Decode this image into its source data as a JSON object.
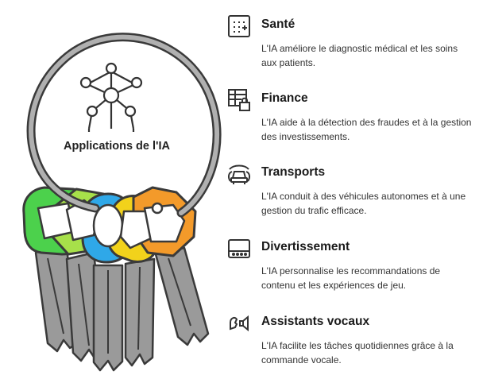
{
  "center": {
    "title": "Applications de l'IA"
  },
  "items": [
    {
      "title": "Santé",
      "desc": "L'IA améliore le diagnostic médical et les soins aux patients.",
      "icon": "medical-keypad-icon"
    },
    {
      "title": "Finance",
      "desc": "L'IA aide à la détection des fraudes et à la gestion des investissements.",
      "icon": "secure-table-icon"
    },
    {
      "title": "Transports",
      "desc": "L'IA conduit à des véhicules autonomes et à une gestion du trafic efficace.",
      "icon": "autonomous-car-icon"
    },
    {
      "title": "Divertissement",
      "desc": "L'IA personnalise les recommandations de contenu et les expériences de jeu.",
      "icon": "screen-icon"
    },
    {
      "title": "Assistants vocaux",
      "desc": "L'IA facilite les tâches quotidiennes grâce à la commande vocale.",
      "icon": "voice-speaker-icon"
    }
  ],
  "colors": {
    "ring": "#8a8a8a",
    "key_body": "#9a9a9a",
    "key_outline": "#3a3a3a",
    "key_heads": [
      "#4cd14c",
      "#a7e04a",
      "#2fa8e8",
      "#f2d21b",
      "#f39a2a"
    ],
    "icon_stroke": "#333333"
  }
}
